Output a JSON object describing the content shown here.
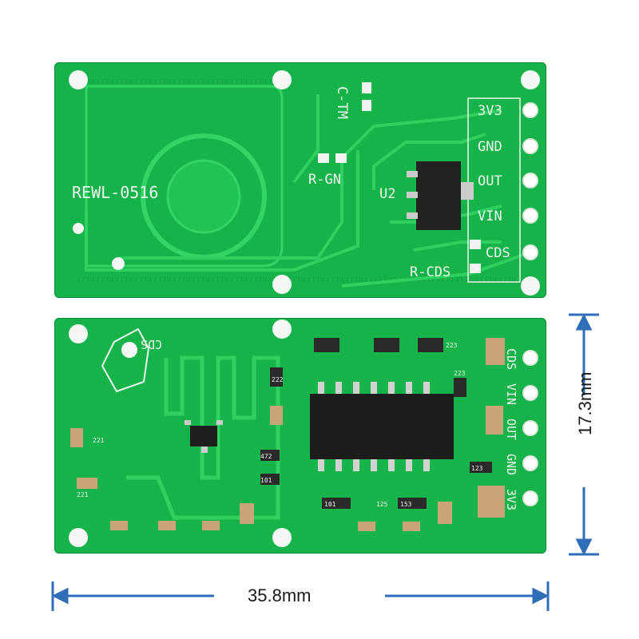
{
  "top_board": {
    "model_label": "REWL-0516",
    "component_labels": {
      "c_tm": "C-TM",
      "r_gn": "R-GN",
      "u2": "U2",
      "r_cds": "R-CDS"
    },
    "pins": [
      "3V3",
      "GND",
      "OUT",
      "VIN",
      "CDS"
    ]
  },
  "bottom_board": {
    "cds_label": "CDS",
    "pins": [
      "CDS",
      "VIN",
      "OUT",
      "GND",
      "3V3"
    ],
    "resistor_codes": [
      "223",
      "223",
      "222",
      "472",
      "101",
      "221",
      "221",
      "101",
      "153",
      "123",
      "125"
    ]
  },
  "dimensions": {
    "width": "35.8mm",
    "height": "17.3mm"
  },
  "colors": {
    "pcb": "#15b34a",
    "silkscreen": "#eef5ee",
    "trace": "#2fd060",
    "arrow": "#2e6fb8"
  }
}
